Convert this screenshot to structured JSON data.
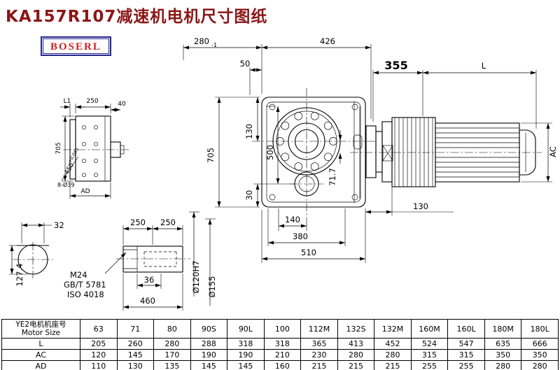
{
  "title": "KA157R107减速机电机尺寸图纸",
  "logo_text": "BOSERL",
  "colors": {
    "title": "#8b1616",
    "logo": "#cc2020",
    "logo_border": "#23238e",
    "line": "#000000"
  },
  "dims": {
    "d280": "280",
    "d280_tol": "-1",
    "d426": "426",
    "d50": "50",
    "d355": "355",
    "dL": "L",
    "d705": "705",
    "d130_left": "130",
    "d500": "500",
    "d30": "30",
    "d71_7": "71.7",
    "d130_bottom": "130",
    "d140": "140",
    "d380": "380",
    "d510": "510",
    "dAC": "AC",
    "sv_L1": "L1",
    "sv_250": "250",
    "sv_40": "40",
    "sv_705": "705",
    "sv_450": "450",
    "sv_450_tol": "+0.045",
    "sv_holes": "8-Ø39",
    "sv_AD": "AD",
    "sec_32": "32",
    "sec_127_4": "127.4",
    "sh_250a": "250",
    "sh_250b": "250",
    "sh_36": "36",
    "sh_460": "460",
    "sh_m24": "M24",
    "sh_gbt": "GB/T 5781",
    "sh_iso": "ISO 4018",
    "sh_d120": "Ø120H7",
    "sh_d155": "Ø155"
  },
  "table": {
    "header_cn": "YE2电机机座号",
    "header_en": "Motor Size",
    "columns": [
      "63",
      "71",
      "80",
      "90S",
      "90L",
      "100",
      "112M",
      "132S",
      "132M",
      "160M",
      "160L",
      "180M",
      "180L"
    ],
    "rows": [
      {
        "label": "L",
        "values": [
          "205",
          "260",
          "280",
          "288",
          "318",
          "318",
          "365",
          "413",
          "452",
          "524",
          "547",
          "635",
          "666"
        ]
      },
      {
        "label": "AC",
        "values": [
          "120",
          "145",
          "170",
          "190",
          "190",
          "210",
          "230",
          "280",
          "280",
          "315",
          "315",
          "350",
          "350"
        ]
      },
      {
        "label": "AD",
        "values": [
          "110",
          "130",
          "135",
          "145",
          "145",
          "160",
          "215",
          "215",
          "215",
          "255",
          "255",
          "280",
          "280"
        ]
      }
    ]
  }
}
